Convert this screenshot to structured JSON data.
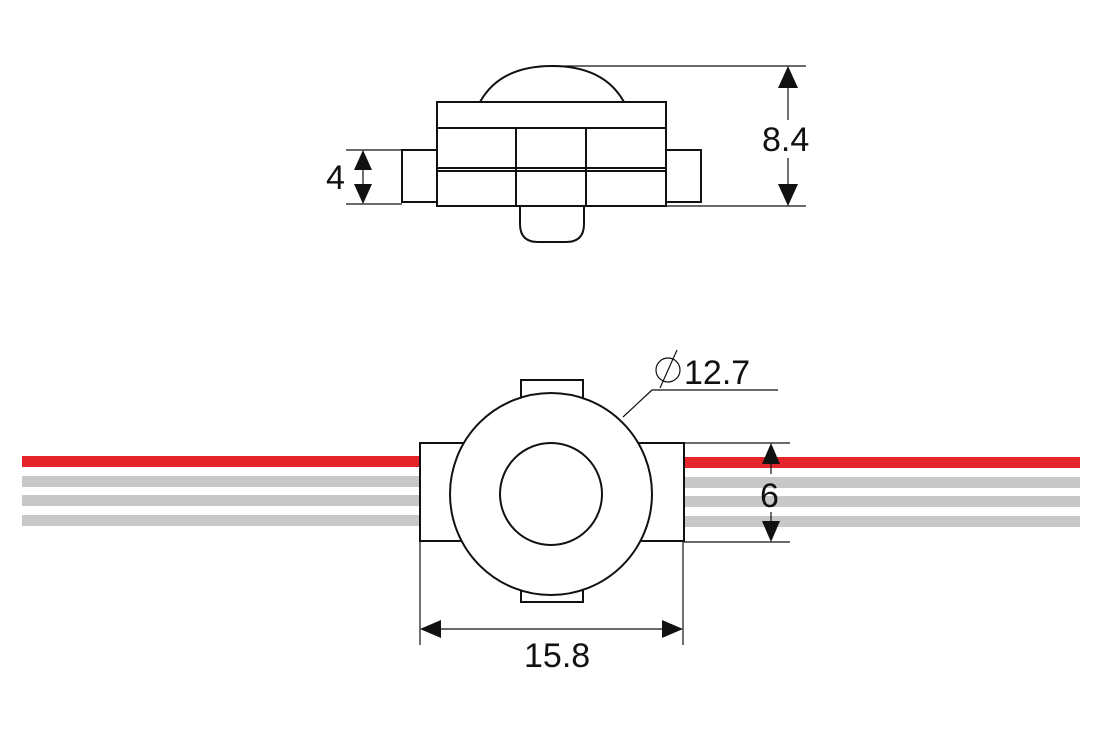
{
  "dimensions": {
    "side_height": "4",
    "total_height": "8.4",
    "diameter": "12.7",
    "body_height": "6",
    "body_width": "15.8"
  },
  "diameter_symbol": "diameter-symbol-icon",
  "colors": {
    "line": "#111111",
    "red_wire": "#e5232b",
    "gray_wire": "#c8c8c8",
    "background": "#ffffff"
  },
  "wires": {
    "count_per_side": 4,
    "order": [
      "red",
      "gray",
      "gray",
      "gray"
    ]
  }
}
